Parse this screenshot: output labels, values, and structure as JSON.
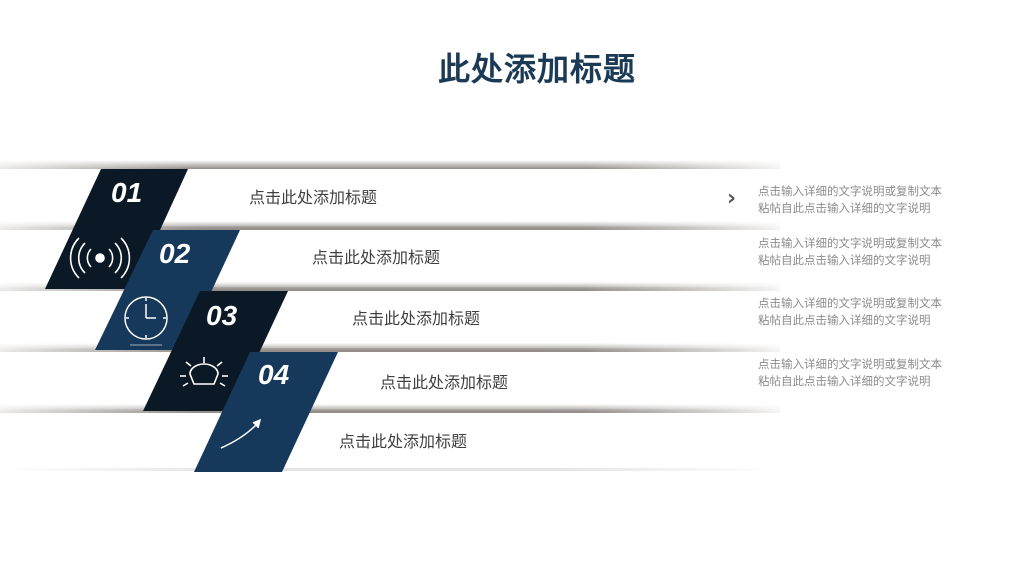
{
  "slide": {
    "title": "此处添加标题",
    "items": [
      {
        "number": "01",
        "label": "点击此处添加标题",
        "icon": "signal-icon",
        "desc_line1": "点击输入详细的文字说明或复制文本",
        "desc_line2": "粘帖自此点击输入详细的文字说明"
      },
      {
        "number": "02",
        "label": "点击此处添加标题",
        "icon": "clock-icon",
        "desc_line1": "点击输入详细的文字说明或复制文本",
        "desc_line2": "粘帖自此点击输入详细的文字说明"
      },
      {
        "number": "03",
        "label": "点击此处添加标题",
        "icon": "lightbulb-icon",
        "desc_line1": "点击输入详细的文字说明或复制文本",
        "desc_line2": "粘帖自此点击输入详细的文字说明"
      },
      {
        "number": "04",
        "label": "点击此处添加标题",
        "icon": "trend-arrow-icon",
        "desc_line1": "点击输入详细的文字说明或复制文本",
        "desc_line2": "粘帖自此点击输入详细的文字说明"
      },
      {
        "label": "点击此处添加标题"
      }
    ]
  },
  "colors": {
    "dark": "#0b1826",
    "navy": "#16385a",
    "title": "#1b3a55"
  }
}
